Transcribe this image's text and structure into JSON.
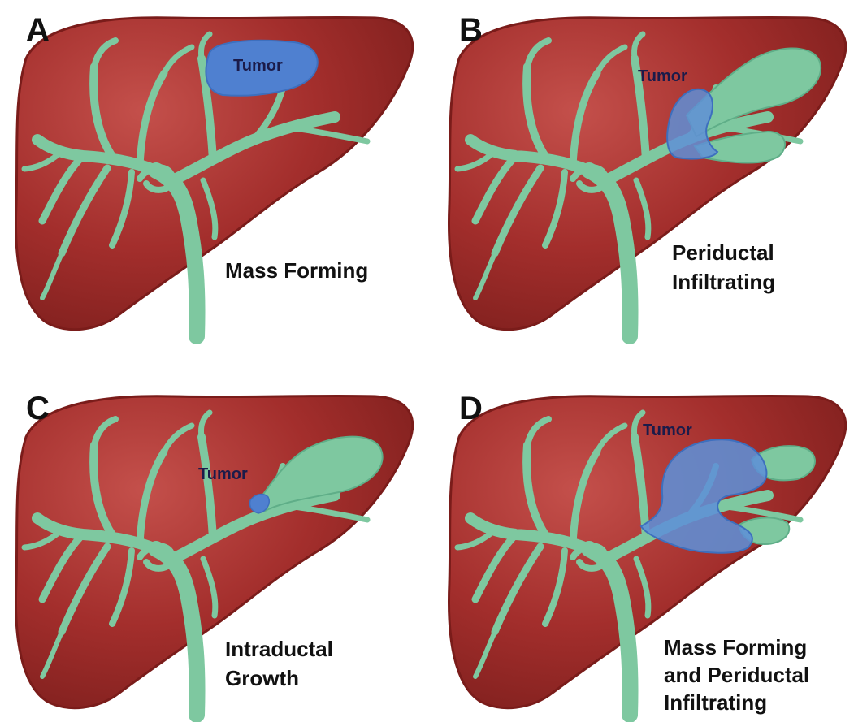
{
  "colors": {
    "liver": "#a32e2c",
    "liver_edge": "#7a1c1a",
    "liver_highlight": "#c24a45",
    "duct": "#7ec8a0",
    "duct_edge": "#5fae88",
    "tumor": "#4f80d0",
    "tumor_light": "#6fa0e0",
    "letter": "#111111",
    "caption": "#111111",
    "tumor_label": "#1b1b4a"
  },
  "panels": [
    {
      "letter": "A",
      "type": "mass-forming",
      "tumor_label": "Tumor",
      "caption": [
        "Mass Forming"
      ]
    },
    {
      "letter": "B",
      "type": "periductal-infiltrating",
      "tumor_label": "Tumor",
      "caption": [
        "Periductal",
        "Infiltrating"
      ]
    },
    {
      "letter": "C",
      "type": "intraductal-growth",
      "tumor_label": "Tumor",
      "caption": [
        "Intraductal",
        "Growth"
      ]
    },
    {
      "letter": "D",
      "type": "mass-forming-periductal",
      "tumor_label": "Tumor",
      "caption": [
        "Mass Forming",
        "and Periductal",
        "Infiltrating"
      ]
    }
  ]
}
